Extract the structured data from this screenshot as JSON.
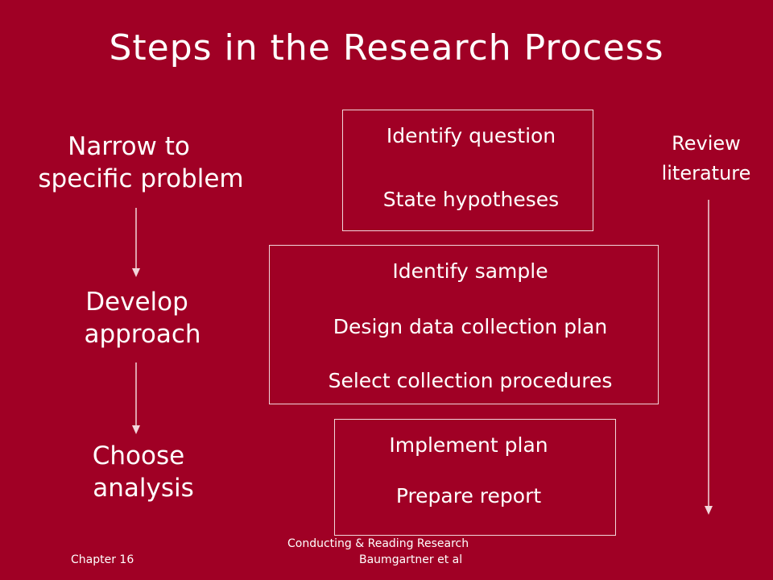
{
  "title": "Steps in the Research Process",
  "left_steps": [
    {
      "line1": "Narrow to",
      "line2": "specific problem"
    },
    {
      "line1": "Develop",
      "line2": "approach"
    },
    {
      "line1": "Choose",
      "line2": "analysis"
    }
  ],
  "boxes": [
    {
      "items": [
        "Identify question",
        "State hypotheses"
      ]
    },
    {
      "items": [
        "Identify sample",
        "Design data collection plan",
        "Select collection procedures"
      ]
    },
    {
      "items": [
        "Implement plan",
        "Prepare report"
      ]
    }
  ],
  "review": {
    "line1": "Review",
    "line2": "literature"
  },
  "footer": {
    "chapter": "Chapter 16",
    "course": "Conducting & Reading Research",
    "authors": "Baumgartner et al"
  },
  "colors": {
    "background": "#a00025",
    "text": "#ffffff",
    "lines": "#f2d6db"
  }
}
